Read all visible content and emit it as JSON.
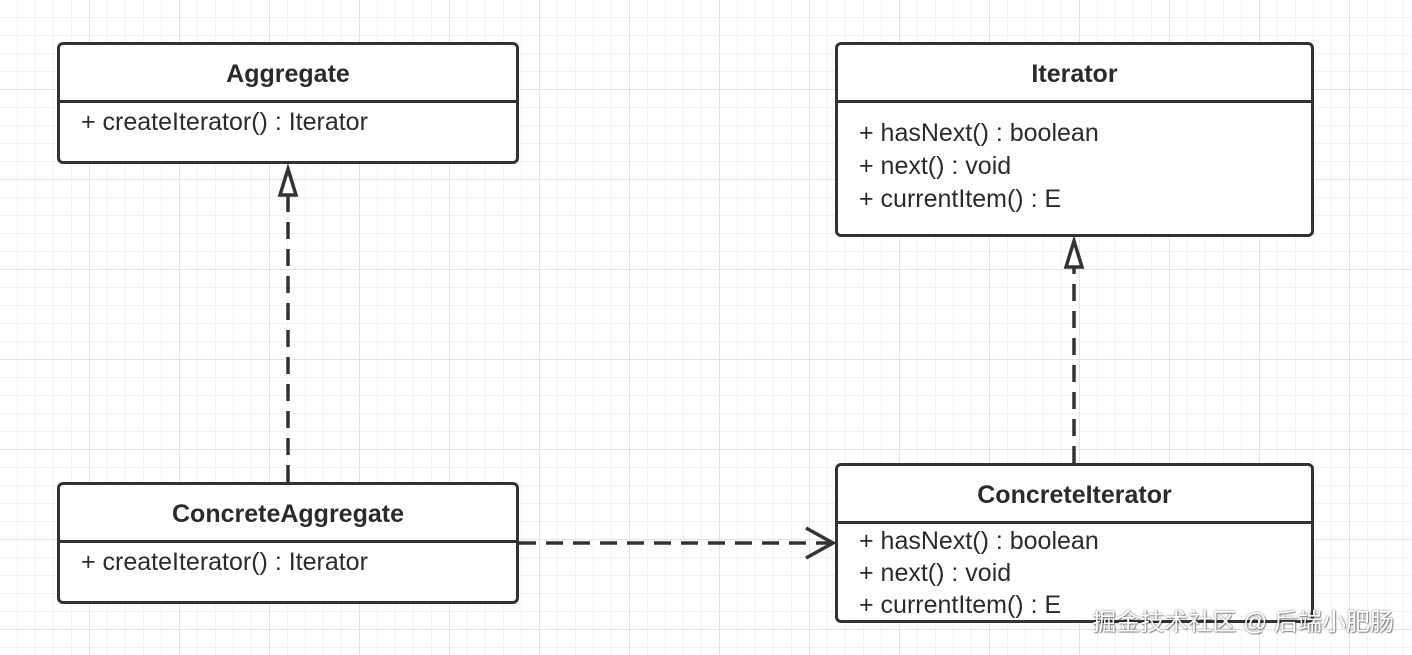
{
  "classes": {
    "aggregate": {
      "name": "Aggregate",
      "members": [
        "+ createIterator() : Iterator"
      ]
    },
    "iterator": {
      "name": "Iterator",
      "members": [
        "+ hasNext() : boolean",
        "+ next() : void",
        "+ currentItem() : E"
      ]
    },
    "concrete_aggregate": {
      "name": "ConcreteAggregate",
      "members": [
        "+ createIterator() : Iterator"
      ]
    },
    "concrete_iterator": {
      "name": "ConcreteIterator",
      "members": [
        "+ hasNext() : boolean",
        "+ next() : void",
        "+ currentItem() : E"
      ]
    }
  },
  "relations": [
    {
      "from": "ConcreteAggregate",
      "to": "Aggregate",
      "kind": "realization"
    },
    {
      "from": "ConcreteIterator",
      "to": "Iterator",
      "kind": "realization"
    },
    {
      "from": "ConcreteAggregate",
      "to": "ConcreteIterator",
      "kind": "dependency"
    }
  ],
  "watermark": "掘金技术社区 @ 后端小肥肠",
  "colors": {
    "stroke": "#333333",
    "fill": "#ffffff",
    "grid": "#e3e3e3"
  }
}
